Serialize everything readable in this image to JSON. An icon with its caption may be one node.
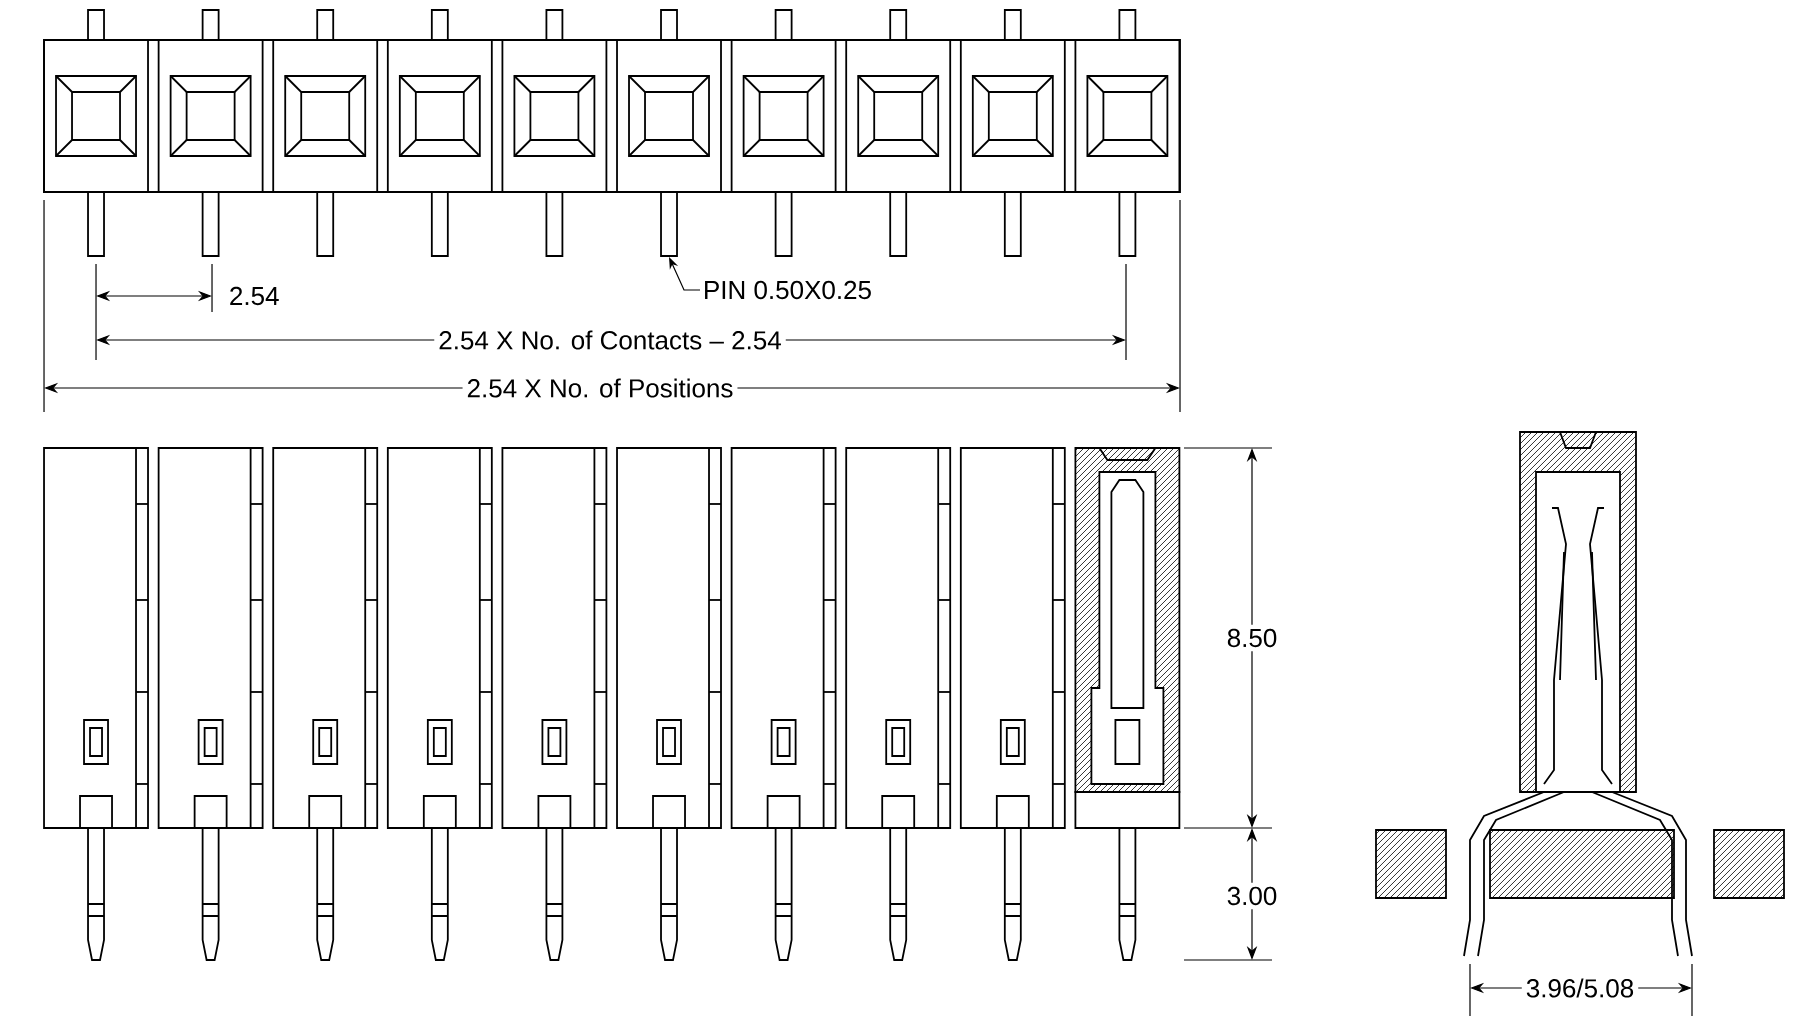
{
  "diagram": {
    "nodes": [
      {
        "text": [
          "PIN 0.50X0.25"
        ]
      },
      {
        "text": [],
        "shape": "bar"
      }
    ],
    "edges": [
      {
        "from": 0,
        "to": 1,
        "arrow": "to"
      }
    ],
    "labels": [
      "2.54",
      "2.54 X No. of Contacts – 2.54",
      "2.54 X No. of Positions",
      "8.50",
      "3.00",
      "3.96/5.08"
    ]
  }
}
